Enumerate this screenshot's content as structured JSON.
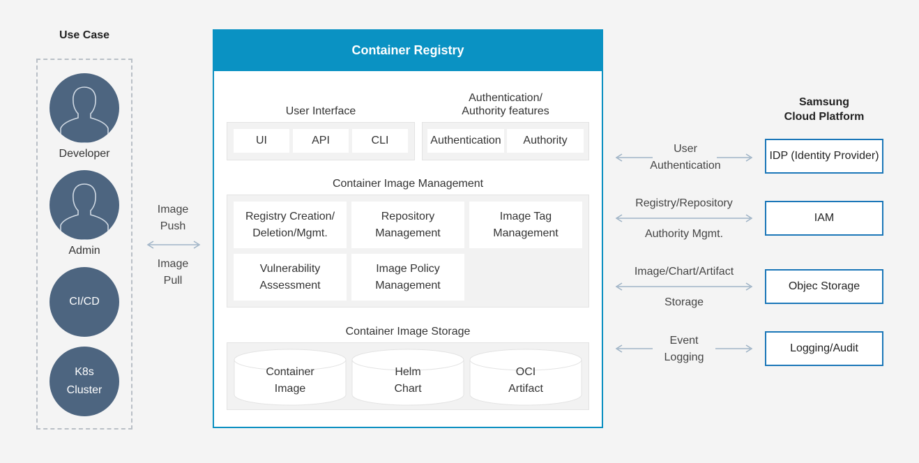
{
  "use_case": {
    "title": "Use Case",
    "developer": "Developer",
    "admin": "Admin",
    "cicd": "CI/CD",
    "k8s": "K8s\nCluster"
  },
  "push_pull": {
    "push": "Image\nPush",
    "pull": "Image\nPull"
  },
  "registry": {
    "title": "Container Registry",
    "user_interface": {
      "title": "User Interface",
      "items": [
        "UI",
        "API",
        "CLI"
      ]
    },
    "auth": {
      "title": "Authentication/\nAuthority features",
      "items": [
        "Authentication",
        "Authority"
      ]
    },
    "image_mgmt": {
      "title": "Container Image Management",
      "items": [
        "Registry Creation/\nDeletion/Mgmt.",
        "Repository\nManagement",
        "Image Tag\nManagement",
        "Vulnerability\nAssessment",
        "Image Policy\nManagement"
      ]
    },
    "storage": {
      "title": "Container Image Storage",
      "items": [
        "Container\nImage",
        "Helm\nChart",
        "OCI\nArtifact"
      ]
    }
  },
  "platform": {
    "title": "Samsung\nCloud Platform",
    "boxes": [
      "IDP (Identity Provider)",
      "IAM",
      "Objec Storage",
      "Logging/Audit"
    ]
  },
  "connections": {
    "user_auth": "User\nAuthentication",
    "registry_top": "Registry/Repository",
    "registry_bottom": "Authority Mgmt.",
    "storage_top": "Image/Chart/Artifact",
    "storage_bottom": "Storage",
    "event": "Event\nLogging"
  },
  "colors": {
    "header": "#0a92c3",
    "circle": "#4d6580",
    "platform_border": "#1a76b8",
    "arrow": "#9fb3c6"
  }
}
